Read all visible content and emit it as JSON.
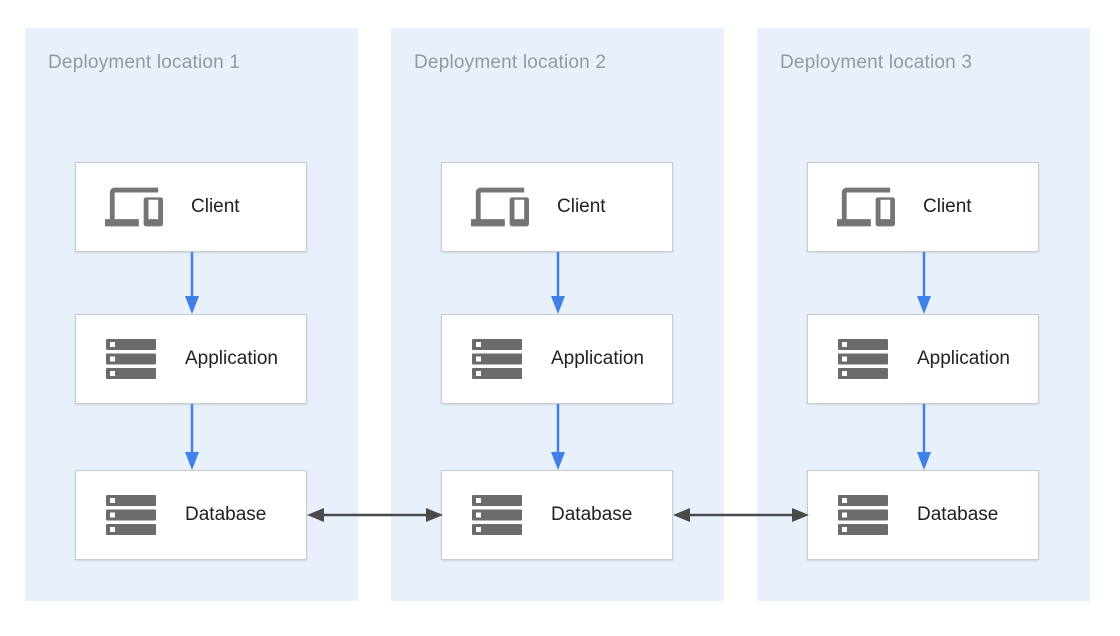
{
  "panels": [
    {
      "title": "Deployment location 1",
      "nodes": [
        {
          "label": "Client",
          "icon": "devices-icon"
        },
        {
          "label": "Application",
          "icon": "server-stack-icon"
        },
        {
          "label": "Database",
          "icon": "server-stack-icon"
        }
      ]
    },
    {
      "title": "Deployment location 2",
      "nodes": [
        {
          "label": "Client",
          "icon": "devices-icon"
        },
        {
          "label": "Application",
          "icon": "server-stack-icon"
        },
        {
          "label": "Database",
          "icon": "server-stack-icon"
        }
      ]
    },
    {
      "title": "Deployment location 3",
      "nodes": [
        {
          "label": "Client",
          "icon": "devices-icon"
        },
        {
          "label": "Application",
          "icon": "server-stack-icon"
        },
        {
          "label": "Database",
          "icon": "server-stack-icon"
        }
      ]
    }
  ],
  "edges": [
    {
      "panel": "Deployment location 1",
      "from": "Client",
      "to": "Application",
      "direction": "one-way-down",
      "color": "#4080E8"
    },
    {
      "panel": "Deployment location 1",
      "from": "Application",
      "to": "Database",
      "direction": "one-way-down",
      "color": "#4080E8"
    },
    {
      "panel": "Deployment location 2",
      "from": "Client",
      "to": "Application",
      "direction": "one-way-down",
      "color": "#4080E8"
    },
    {
      "panel": "Deployment location 2",
      "from": "Application",
      "to": "Database",
      "direction": "one-way-down",
      "color": "#4080E8"
    },
    {
      "panel": "Deployment location 3",
      "from": "Client",
      "to": "Application",
      "direction": "one-way-down",
      "color": "#4080E8"
    },
    {
      "panel": "Deployment location 3",
      "from": "Application",
      "to": "Database",
      "direction": "one-way-down",
      "color": "#4080E8"
    },
    {
      "from": "Database (Deployment location 1)",
      "to": "Database (Deployment location 2)",
      "direction": "bidirectional",
      "color": "#4A4A4A"
    },
    {
      "from": "Database (Deployment location 2)",
      "to": "Database (Deployment location 3)",
      "direction": "bidirectional",
      "color": "#4A4A4A"
    }
  ],
  "theme": {
    "canvas-bg": "#FFFFFF",
    "panel-bg": "#E8F1FB",
    "box-bg": "#FFFFFF",
    "box-border": "#C8CCD0",
    "title-color": "#95999E",
    "label-color": "#212121",
    "client-icon-color": "#757575",
    "server-icon-color": "#6B6B6B",
    "blue-arrow": "#4080E8",
    "dark-arrow": "#4A4A4A"
  }
}
